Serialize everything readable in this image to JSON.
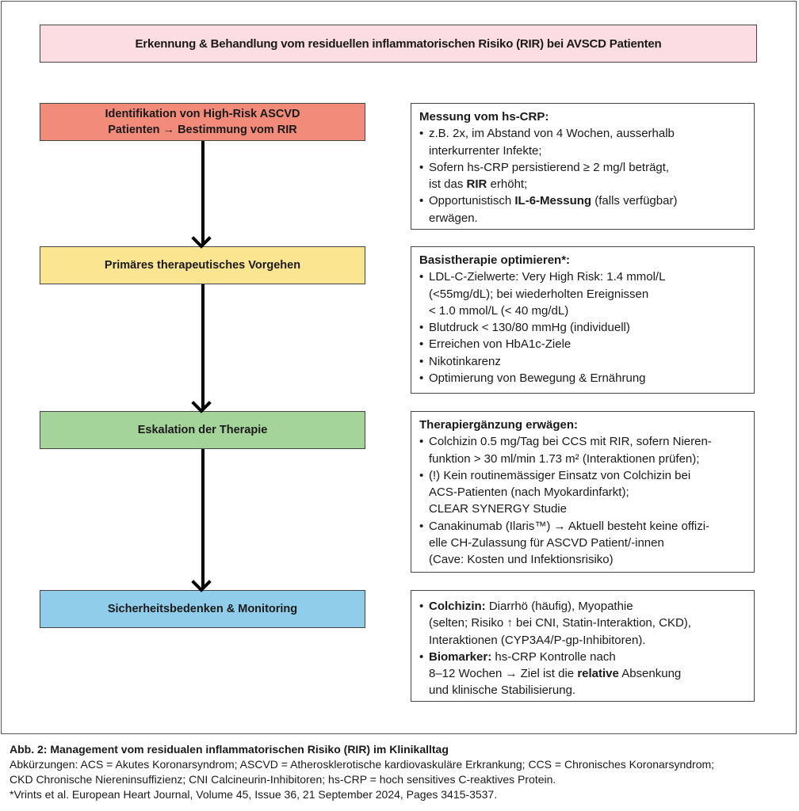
{
  "title": "Erkennung & Behandlung vom residuellen inflammatorischen Risiko (RIR) bei AVSCD Patienten",
  "colors": {
    "title_bg": "#fcdde3",
    "step1": "#f28b7a",
    "step2": "#fbe591",
    "step3": "#a5d49a",
    "step4": "#8fcdea"
  },
  "steps": [
    {
      "label": "Identifikation von High-Risk ASCVD\nPatienten → Bestimmung vom RIR"
    },
    {
      "label": "Primäres therapeutisches Vorgehen"
    },
    {
      "label": "Eskalation der Therapie"
    },
    {
      "label": "Sicherheitsbedenken & Monitoring"
    }
  ],
  "info": [
    {
      "heading": "Messung vom hs-CRP:",
      "bullets": [
        [
          [
            {
              "t": "z.B. 2x, im Abstand von 4 Wochen, ausserhalb"
            }
          ],
          [
            {
              "t": "interkurrenter Infekte;"
            }
          ]
        ],
        [
          [
            {
              "t": "Sofern hs-CRP persistierend ≥ 2 mg/l beträgt,"
            }
          ],
          [
            {
              "t": "ist das "
            },
            {
              "t": "RIR",
              "b": true
            },
            {
              "t": " erhöht;"
            }
          ]
        ],
        [
          [
            {
              "t": "Opportunistisch "
            },
            {
              "t": "IL-6-Messung",
              "b": true
            },
            {
              "t": " (falls verfügbar)"
            }
          ],
          [
            {
              "t": "erwägen."
            }
          ]
        ]
      ]
    },
    {
      "heading": "Basistherapie optimieren*:",
      "bullets": [
        [
          [
            {
              "t": "LDL-C-Zielwerte: Very High Risk: 1.4 mmol/L"
            }
          ],
          [
            {
              "t": "(<55mg/dL); bei wiederholten Ereignissen"
            }
          ],
          [
            {
              "t": "< 1.0 mmol/L (< 40 mg/dL)"
            }
          ]
        ],
        [
          [
            {
              "t": "Blutdruck < 130/80 mmHg (individuell)"
            }
          ]
        ],
        [
          [
            {
              "t": "Erreichen von HbA1c-Ziele"
            }
          ]
        ],
        [
          [
            {
              "t": "Nikotinkarenz"
            }
          ]
        ],
        [
          [
            {
              "t": "Optimierung von Bewegung & Ernährung"
            }
          ]
        ]
      ]
    },
    {
      "heading": "Therapiergänzung erwägen:",
      "bullets": [
        [
          [
            {
              "t": "Colchizin 0.5 mg/Tag bei CCS mit RIR, sofern Nieren-"
            }
          ],
          [
            {
              "t": "funktion > 30 ml/min 1.73 m² (Interaktionen prüfen);"
            }
          ]
        ],
        [
          [
            {
              "t": "(!) Kein routinemässiger Einsatz von Colchizin bei"
            }
          ],
          [
            {
              "t": "ACS-Patienten (nach Myokardinfarkt);"
            }
          ],
          [
            {
              "t": "CLEAR SYNERGY Studie"
            }
          ]
        ],
        [
          [
            {
              "t": "Canakinumab (Ilaris™) → Aktuell besteht keine offizi-"
            }
          ],
          [
            {
              "t": "elle CH-Zulassung für ASCVD Patient/-innen"
            }
          ],
          [
            {
              "t": "(Cave: Kosten und Infektionsrisiko)"
            }
          ]
        ]
      ]
    },
    {
      "heading": "",
      "bullets": [
        [
          [
            {
              "t": "Colchizin:",
              "b": true
            },
            {
              "t": " Diarrhö (häufig), Myopathie"
            }
          ],
          [
            {
              "t": "(selten; Risiko ↑ bei CNI, Statin-Interaktion, CKD),"
            }
          ],
          [
            {
              "t": "Interaktionen (CYP3A4/P-gp-Inhibitoren)."
            }
          ]
        ],
        [
          [
            {
              "t": "Biomarker:",
              "b": true
            },
            {
              "t": " hs-CRP Kontrolle nach"
            }
          ],
          [
            {
              "t": "8–12 Wochen → Ziel ist die "
            },
            {
              "t": "relative",
              "b": true
            },
            {
              "t": " Absenkung"
            }
          ],
          [
            {
              "t": "und klinische Stabilisierung."
            }
          ]
        ]
      ]
    }
  ],
  "caption": {
    "title": "Abb. 2: Management vom residualen inflammatorischen Risiko (RIR) im Klinikalltag",
    "abbrev1": "Abkürzungen: ACS = Akutes Koronarsyndrom; ASCVD = Atherosklerotische kardiovaskuläre Erkrankung; CCS = Chronisches Koronarsyndrom;",
    "abbrev2": "CKD Chronische Niereninsuffizienz; CNI Calcineurin-Inhibitoren; hs-CRP = hoch sensitives C-reaktives Protein.",
    "reference": "*Vrints et al. European Heart Journal, Volume 45, Issue 36, 21 September 2024, Pages 3415-3537."
  }
}
